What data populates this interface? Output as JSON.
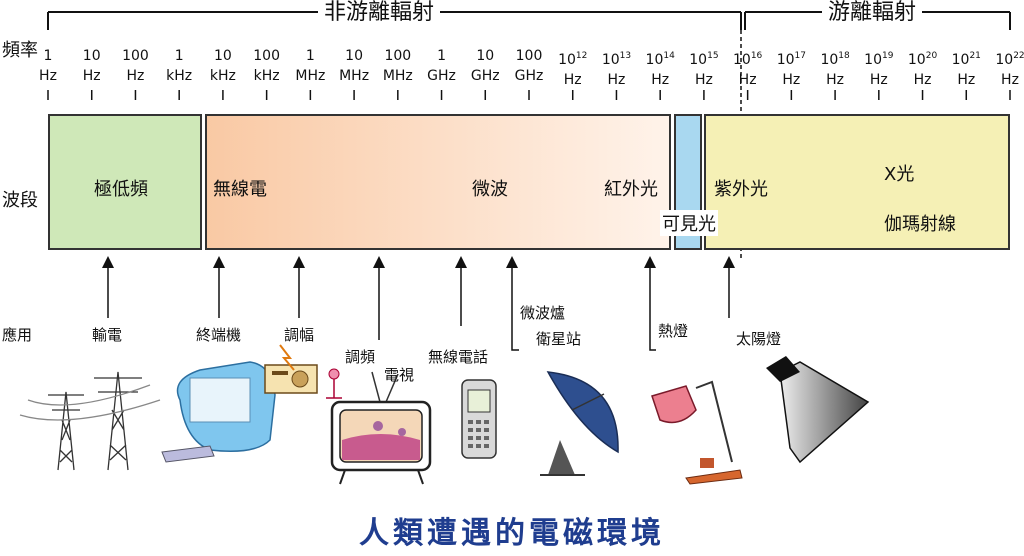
{
  "header": {
    "non_ionizing": "非游離輻射",
    "ionizing": "游離輻射"
  },
  "row_labels": {
    "frequency": "頻率",
    "band": "波段",
    "application": "應用"
  },
  "frequencies": [
    {
      "top": "1",
      "bottom": "Hz"
    },
    {
      "top": "10",
      "bottom": "Hz"
    },
    {
      "top": "100",
      "bottom": "Hz"
    },
    {
      "top": "1",
      "bottom": "kHz"
    },
    {
      "top": "10",
      "bottom": "kHz"
    },
    {
      "top": "100",
      "bottom": "kHz"
    },
    {
      "top": "1",
      "bottom": "MHz"
    },
    {
      "top": "10",
      "bottom": "MHz"
    },
    {
      "top": "100",
      "bottom": "MHz"
    },
    {
      "top": "1",
      "bottom": "GHz"
    },
    {
      "top": "10",
      "bottom": "GHz"
    },
    {
      "top": "100",
      "bottom": "GHz"
    },
    {
      "base": "10",
      "exp": "12",
      "bottom": "Hz"
    },
    {
      "base": "10",
      "exp": "13",
      "bottom": "Hz"
    },
    {
      "base": "10",
      "exp": "14",
      "bottom": "Hz"
    },
    {
      "base": "10",
      "exp": "15",
      "bottom": "Hz"
    },
    {
      "base": "10",
      "exp": "16",
      "bottom": "Hz"
    },
    {
      "base": "10",
      "exp": "17",
      "bottom": "Hz"
    },
    {
      "base": "10",
      "exp": "18",
      "bottom": "Hz"
    },
    {
      "base": "10",
      "exp": "19",
      "bottom": "Hz"
    },
    {
      "base": "10",
      "exp": "20",
      "bottom": "Hz"
    },
    {
      "base": "10",
      "exp": "21",
      "bottom": "Hz"
    },
    {
      "base": "10",
      "exp": "22",
      "bottom": "Hz"
    }
  ],
  "bands": {
    "elf": "極低頻",
    "radio": "無線電",
    "microwave": "微波",
    "infrared": "紅外光",
    "visible": "可見光",
    "ultraviolet": "紫外光",
    "xray": "X光",
    "gamma": "伽瑪射線"
  },
  "applications": {
    "power": "輸電",
    "terminal": "終端機",
    "am": "調幅",
    "fm": "調頻",
    "tv": "電視",
    "wireless_phone": "無線電話",
    "microwave_oven": "微波爐",
    "satellite": "衛星站",
    "heat_lamp": "熱燈",
    "sun_lamp": "太陽燈"
  },
  "colors": {
    "elf": "#cfe8b8",
    "radio": "#f9c9a4",
    "visible": "#a9d8f0",
    "ionizing": "#f5f0b5",
    "caption": "#1f3d8f"
  },
  "caption": "人類遭遇的電磁環境"
}
